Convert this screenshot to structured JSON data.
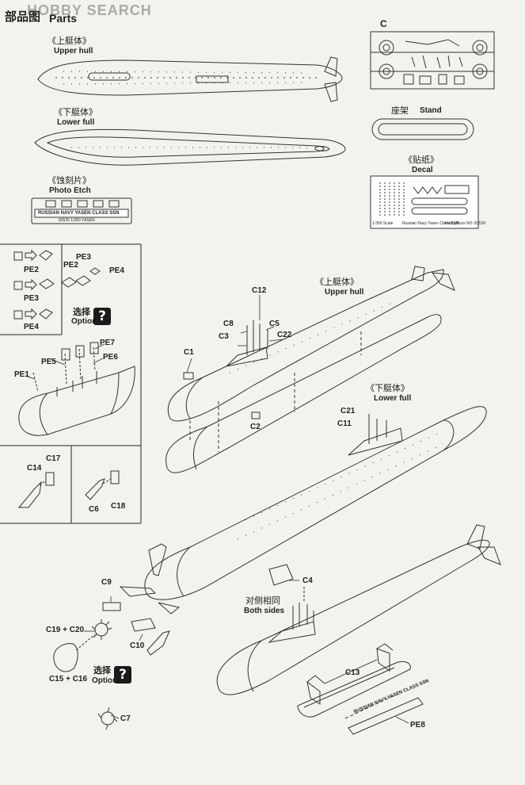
{
  "watermark": "HOBBY SEARCH",
  "parts": {
    "heading_cn": "部品图",
    "heading_en": "Parts",
    "upper_hull_cn": "《上艇体》",
    "upper_hull_en": "Upper hull",
    "lower_hull_cn": "《下艇体》",
    "lower_hull_en": "Lower full",
    "photo_etch_cn": "《蚀刻片》",
    "photo_etch_en": "Photo Etch",
    "pe_plate_text": "RUSSIAN NAVY YASEN CLASS SSN",
    "pe_plate_sub": "83526  1/350  YASEN",
    "sprue_label": "C",
    "stand_cn": "座架",
    "stand_en": "Stand",
    "decal_cn": "《贴纸》",
    "decal_en": "Decal",
    "decal_scale": "1:350 Scale",
    "decal_title": "Russian Navy Yasen Class SSN",
    "decal_brand": "HobbyBoss NO.:83526"
  },
  "step1": {
    "pe2": "PE2",
    "pe3": "PE3",
    "pe4": "PE4",
    "pe3_b": "PE3",
    "pe4_b": "PE4",
    "pe2_b": "PE2",
    "option_cn": "选择",
    "option_en": "Option",
    "q": "?",
    "pe7": "PE7",
    "pe5": "PE5",
    "pe6": "PE6",
    "pe1": "PE1",
    "c14": "C14",
    "c17": "C17",
    "c6": "C6",
    "c18": "C18"
  },
  "step2": {
    "upper_hull_cn": "《上艇体》",
    "upper_hull_en": "Upper hull",
    "lower_hull_cn": "《下艇体》",
    "lower_hull_en": "Lower full",
    "c12": "C12",
    "c8": "C8",
    "c5": "C5",
    "c3": "C3",
    "c22": "C22",
    "c1": "C1",
    "c2": "C2"
  },
  "step3": {
    "c21": "C21",
    "c11": "C11",
    "c4": "C4",
    "c9": "C9",
    "c10": "C10",
    "c19_c20": "C19 + C20",
    "c15_c16": "C15 + C16",
    "option_cn": "选择",
    "option_en": "Option",
    "q": "?",
    "c7": "C7",
    "both_cn": "对侧相同",
    "both_en": "Both sides",
    "c13": "C13",
    "pe8": "PE8",
    "nameplate": "RUSSIAN NAVY YASEN CLASS SSN"
  }
}
